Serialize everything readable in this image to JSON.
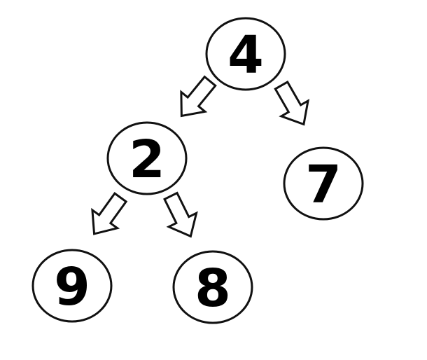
{
  "diagram": {
    "type": "binary-tree",
    "colors": {
      "node_fill": "#ffffff",
      "outline": "#111111",
      "text": "#000000"
    },
    "nodes": [
      {
        "id": "n4",
        "label": "4"
      },
      {
        "id": "n2",
        "label": "2"
      },
      {
        "id": "n7",
        "label": "7"
      },
      {
        "id": "n9",
        "label": "9"
      },
      {
        "id": "n8",
        "label": "8"
      }
    ],
    "edges": [
      {
        "from": "n4",
        "to": "n2"
      },
      {
        "from": "n4",
        "to": "n7"
      },
      {
        "from": "n2",
        "to": "n9"
      },
      {
        "from": "n2",
        "to": "n8"
      }
    ]
  }
}
